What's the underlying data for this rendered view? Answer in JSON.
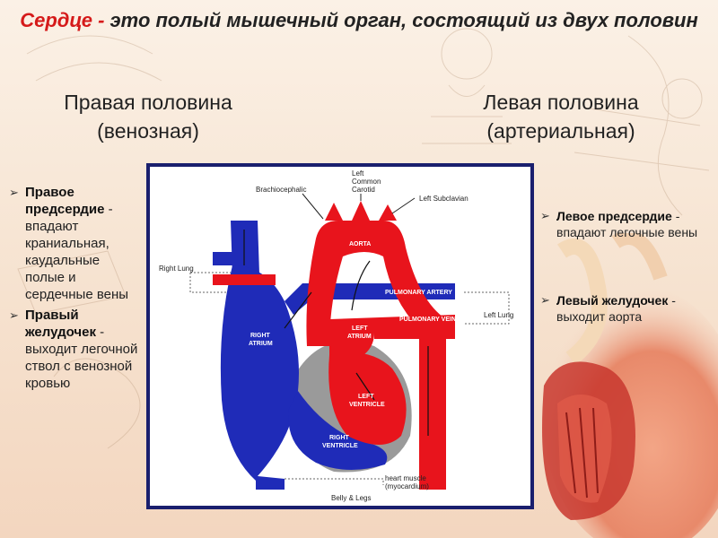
{
  "title": {
    "accent": "Сердце - ",
    "rest": "это полый мышечный орган, состоящий из двух половин"
  },
  "halves": {
    "right": {
      "line1": "Правая половина",
      "line2": "(венозная)"
    },
    "left": {
      "line1": "Левая половина",
      "line2": "(артериальная)"
    }
  },
  "bullets_left": [
    {
      "strong": "Правое предсердие",
      "text": " - впадают краниальная, каудальные полые и сердечные вены"
    },
    {
      "strong": "Правый желудочек",
      "text": " - выходит легочной ствол с венозной кровью"
    }
  ],
  "bullets_right": [
    {
      "strong": "Левое предсердие",
      "text": " - впадают легочные вены"
    },
    {
      "strong": "Левый желудочек",
      "text": " - выходит аорта"
    }
  ],
  "diagram": {
    "labels": {
      "brachiocephalic": "Brachiocephalic",
      "left_common_carotid_1": "Left",
      "left_common_carotid_2": "Common",
      "left_common_carotid_3": "Carotid",
      "left_subclavian": "Left Subclavian",
      "aorta": "AORTA",
      "pulmonary_artery": "PULMONARY ARTERY",
      "pulmonary_vein": "PULMONARY VEIN",
      "right_lung": "Right Lung",
      "left_lung": "Left Lung",
      "right_atrium_1": "RIGHT",
      "right_atrium_2": "ATRIUM",
      "left_atrium_1": "LEFT",
      "left_atrium_2": "ATRIUM",
      "left_ventricle_1": "LEFT",
      "left_ventricle_2": "VENTRICLE",
      "right_ventricle_1": "RIGHT",
      "right_ventricle_2": "VENTRICLE",
      "heart_muscle_1": "heart muscle",
      "heart_muscle_2": "(myocardium)",
      "belly_legs": "Belly & Legs"
    }
  },
  "colors": {
    "accent": "#d51a1a",
    "arterial": "#e8141c",
    "venous": "#1f2bb8",
    "frame": "#1a1f6e"
  },
  "icons": {
    "bullet": "arrowhead-bullet-icon"
  }
}
